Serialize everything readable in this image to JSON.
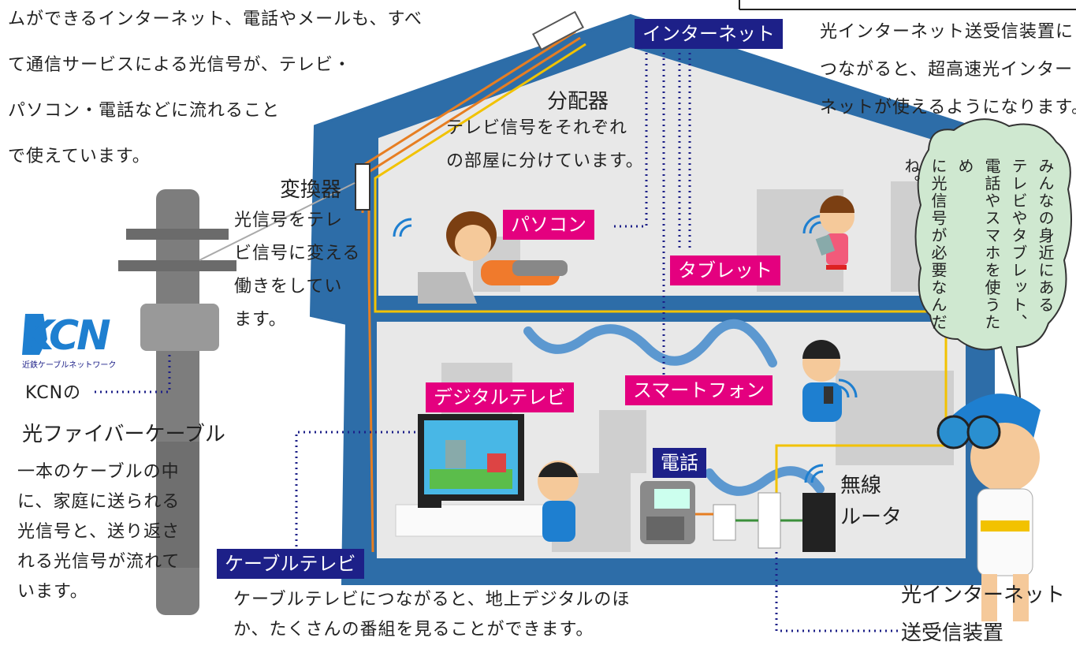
{
  "intro_lines": [
    "ムができるインターネット、電話やメールも、すべ",
    "て通信サービスによる光信号が、テレビ・",
    "パソコン・電話などに流れること",
    "で使えています。"
  ],
  "top_right_intro": {
    "lines": [
      "光インターネット送受信装置に",
      "つながると、超高速光インター",
      "ネットが使えるようになります。"
    ]
  },
  "labels": {
    "internet": "インターネット",
    "pc": "パソコン",
    "tablet": "タブレット",
    "digital_tv": "デジタルテレビ",
    "smartphone": "スマートフォン",
    "phone": "電話",
    "cable_tv": "ケーブルテレビ"
  },
  "splitter": {
    "title": "分配器",
    "desc_lines": [
      "テレビ信号をそれぞれ",
      "の部屋に分けています。"
    ]
  },
  "converter": {
    "title": "変換器",
    "desc_lines": [
      "光信号をテレ",
      "ビ信号に変える",
      "働きをしてい",
      "ます。"
    ]
  },
  "kcn": {
    "logo_text": "KCN",
    "logo_sub": "近鉄ケーブルネットワーク",
    "label_prefix": "KCNの",
    "fiber_title": "光ファイバーケーブル",
    "desc_lines": [
      "一本のケーブルの中",
      "に、家庭に送られる",
      "光信号と、送り返さ",
      "れる光信号が流れて",
      "います。"
    ]
  },
  "router": {
    "line1": "無線",
    "line2": "ルータ"
  },
  "onu": {
    "line1": "光インターネット",
    "line2": "送受信装置"
  },
  "cable_tv_desc_lines": [
    "ケーブルテレビにつながると、地上デジタルのほ",
    "か、たくさんの番組を見ることができます。"
  ],
  "speech_bubble_lines": [
    "みんなの身近にある",
    "テレビやタブレット、",
    "電話やスマホを使うため",
    "に光信号が必要なんだね。"
  ],
  "colors": {
    "house": "#2d6da8",
    "room_bg": "#e6e6e6",
    "label_magenta": "#e4007f",
    "label_navy": "#1d2088",
    "cable_orange": "#e67e22",
    "cable_yellow": "#f2c200",
    "dot_navy": "#1d2088",
    "bubble_fill": "#cfe8d0"
  }
}
